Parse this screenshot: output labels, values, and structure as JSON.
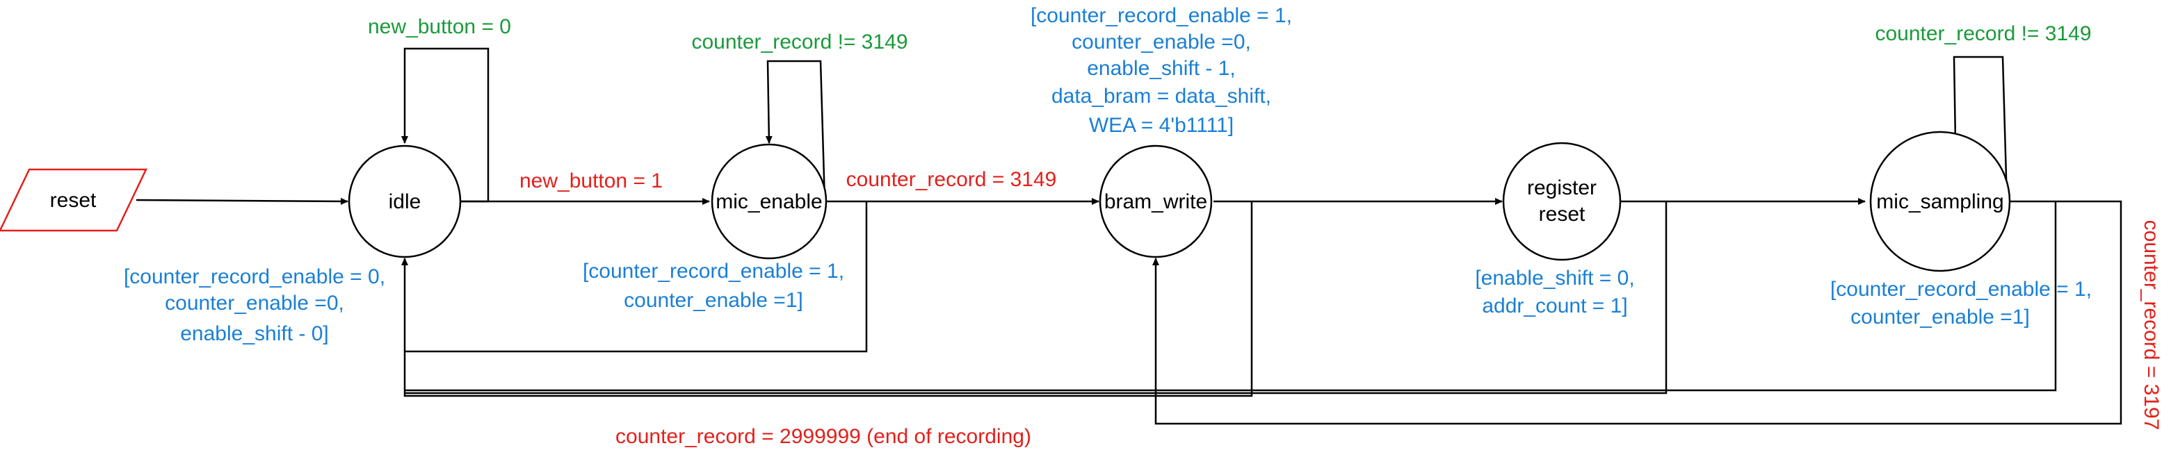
{
  "diagram": {
    "colors": {
      "line": "#000000",
      "red": "#e3201b",
      "blue": "#1a7fd4",
      "green": "#1a9a3a"
    },
    "nodes": {
      "reset": "reset",
      "idle": "idle",
      "mic_enable": "mic_enable",
      "bram_write": "bram_write",
      "register_reset_line1": "register",
      "register_reset_line2": "reset",
      "mic_sampling": "mic_sampling"
    },
    "transitions": {
      "idle_self": "new_button = 0",
      "idle_to_mic_enable": "new_button = 1",
      "mic_enable_self": "counter_record != 3149",
      "mic_enable_to_bram_write": "counter_record = 3149",
      "mic_sampling_self": "counter_record != 3149",
      "mic_sampling_to_bram_write": "counter_record = 3197",
      "to_idle_end": "counter_record = 2999999 (end of recording)"
    },
    "outputs": {
      "idle": [
        "[counter_record_enable = 0,",
        "counter_enable =0,",
        "enable_shift - 0]"
      ],
      "mic_enable": [
        "[counter_record_enable = 1,",
        "counter_enable =1]"
      ],
      "bram_write": [
        "[counter_record_enable = 1,",
        "counter_enable =0,",
        "enable_shift - 1,",
        "data_bram = data_shift,",
        "WEA = 4'b1111]"
      ],
      "register_reset": [
        "[enable_shift = 0,",
        "addr_count = 1]"
      ],
      "mic_sampling": [
        "[counter_record_enable = 1,",
        "counter_enable =1]"
      ]
    }
  }
}
